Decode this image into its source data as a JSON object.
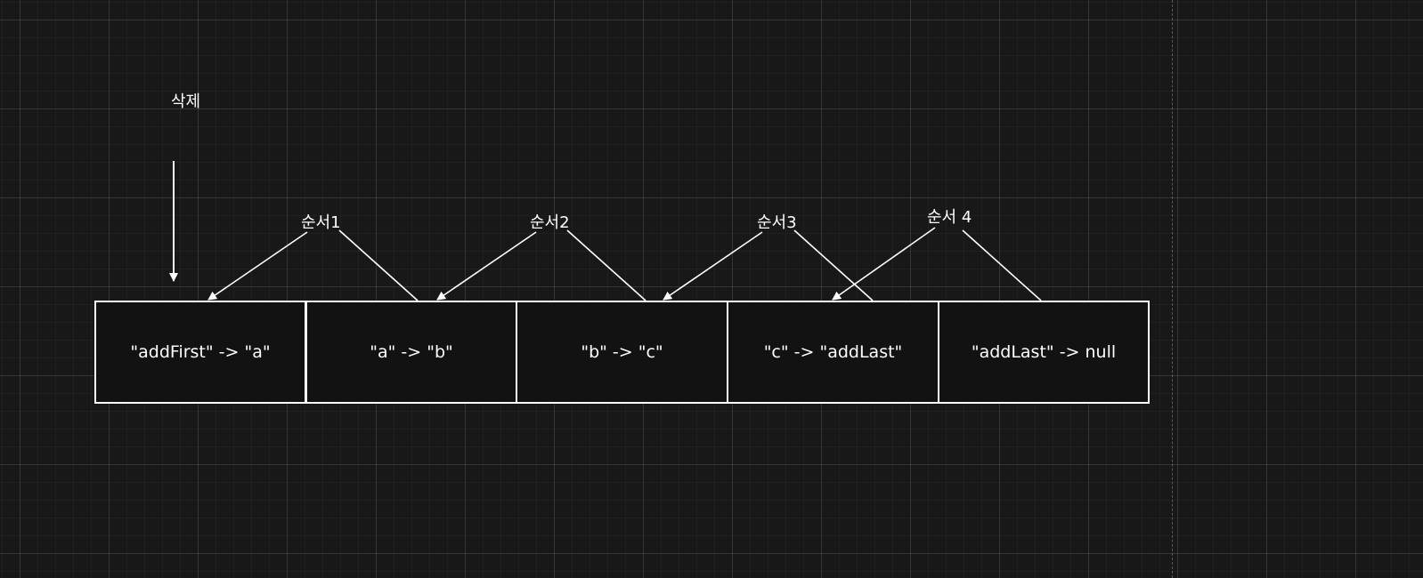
{
  "diagram": {
    "delete_label": "삭제",
    "nodes": [
      {
        "text": "\"addFirst\" -> \"a\""
      },
      {
        "text": "\"a\" -> \"b\""
      },
      {
        "text": "\"b\" -> \"c\""
      },
      {
        "text": "\"c\" -> \"addLast\""
      },
      {
        "text": "\"addLast\" -> null"
      }
    ],
    "steps": [
      {
        "label": "순서1"
      },
      {
        "label": "순서2"
      },
      {
        "label": "순서3"
      },
      {
        "label": "순서 4"
      }
    ]
  },
  "colors": {
    "background": "#181818",
    "stroke": "#ffffff",
    "node_fill": "#121212"
  }
}
